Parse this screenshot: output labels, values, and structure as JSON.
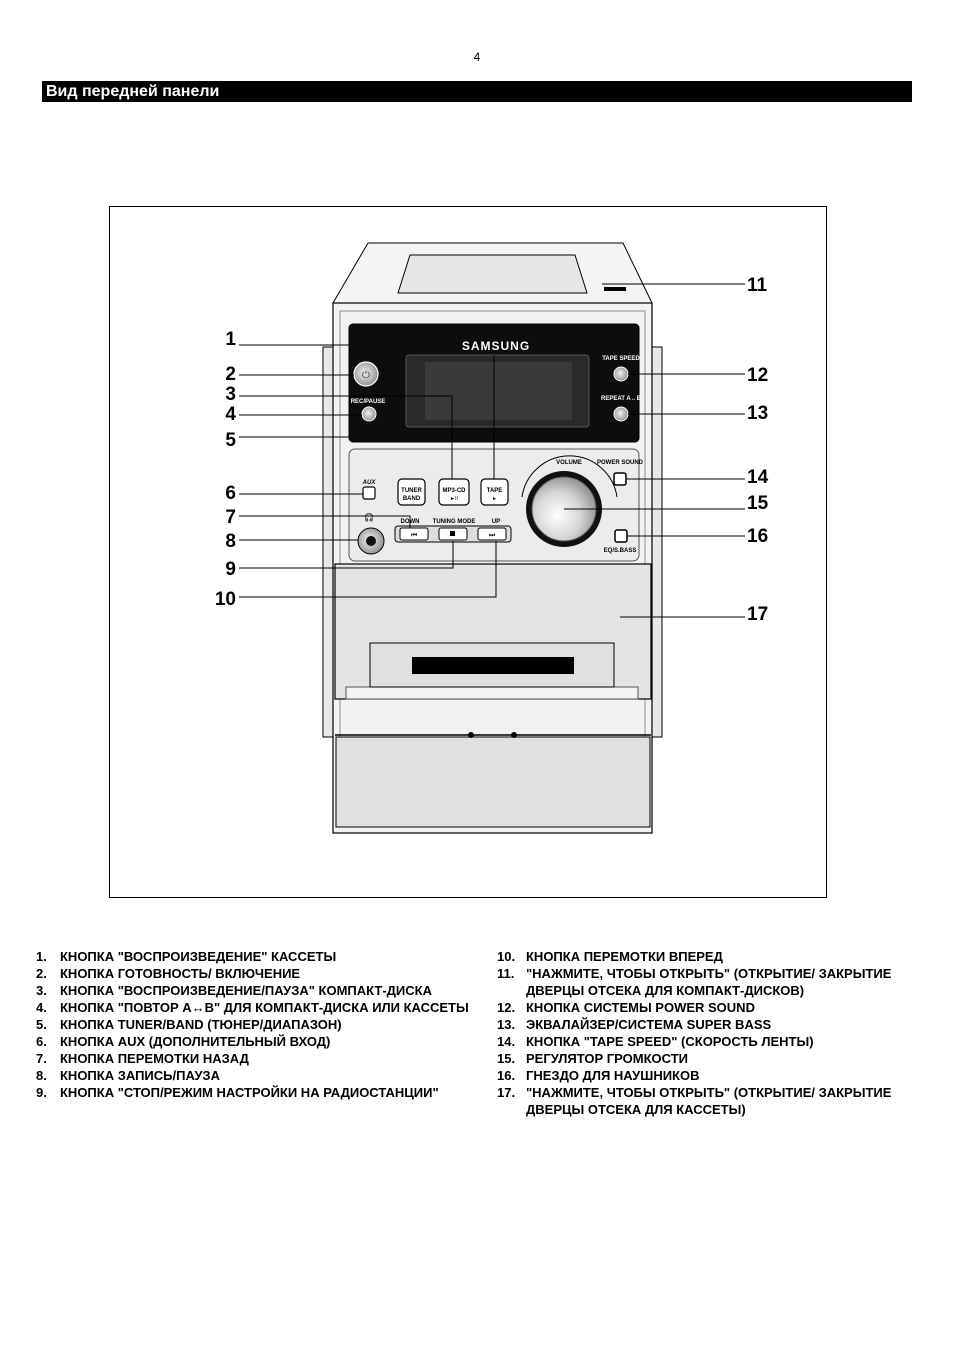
{
  "page_number": "4",
  "section_title": "Вид передней панели",
  "device": {
    "brand": "SAMSUNG",
    "labels": {
      "rec_pause": "REC/PAUSE",
      "tape_speed": "TAPE SPEED",
      "repeat": "REPEAT A↔B",
      "volume": "VOLUME",
      "power_sound": "POWER SOUND",
      "aux": "AUX",
      "tuner": "TUNER",
      "band": "BAND",
      "mp3cd": "MP3-CD",
      "tape": "TAPE",
      "down": "DOWN",
      "tuning_mode": "TUNING MODE",
      "up": "UP",
      "eq_sbass": "EQ/S.BASS"
    }
  },
  "callouts": [
    "1",
    "2",
    "3",
    "4",
    "5",
    "6",
    "7",
    "8",
    "9",
    "10",
    "11",
    "12",
    "13",
    "14",
    "15",
    "16",
    "17"
  ],
  "legend_left": [
    {
      "num": "1.",
      "text": "КНОПКА \"ВОСПРОИЗВЕДЕНИЕ\" КАССЕТЫ"
    },
    {
      "num": "2.",
      "text": "КНОПКА ГОТОВНОСТЬ/ ВКЛЮЧЕНИЕ"
    },
    {
      "num": "3.",
      "text": "КНОПКА \"ВОСПРОИЗВЕДЕНИЕ/ПАУЗА\" КОМПАКТ-ДИСКА"
    },
    {
      "num": "4.",
      "text": "КНОПКА \"ПОВТОР A↔B\" ДЛЯ КОМПАКТ-ДИСКА ИЛИ КАССЕТЫ"
    },
    {
      "num": "5.",
      "text": "КНОПКА TUNER/BAND (ТЮНЕР/ДИАПАЗОН)"
    },
    {
      "num": "6.",
      "text": "КНОПКА AUX (ДОПОЛНИТЕЛЬНЫЙ ВХОД)"
    },
    {
      "num": "7.",
      "text": "КНОПКА ПЕРЕМОТКИ НАЗАД"
    },
    {
      "num": "8.",
      "text": "КНОПКА ЗАПИСЬ/ПАУЗА"
    },
    {
      "num": "9.",
      "text": "КНОПКА \"СТОП/РЕЖИМ НАСТРОЙКИ НА РАДИОСТАНЦИИ\""
    }
  ],
  "legend_right": [
    {
      "num": "10.",
      "text": "КНОПКА ПЕРЕМОТКИ ВПЕРЕД"
    },
    {
      "num": "11.",
      "text": "\"НАЖМИТЕ, ЧТОБЫ ОТКРЫТЬ\" (ОТКРЫТИЕ/ ЗАКРЫТИЕ ДВЕРЦЫ ОТСЕКА ДЛЯ КОМПАКТ-ДИСКОВ)"
    },
    {
      "num": "12.",
      "text": "КНОПКА СИСТЕМЫ POWER SOUND"
    },
    {
      "num": "13.",
      "text": "ЭКВАЛАЙЗЕР/СИСТЕМА SUPER BASS"
    },
    {
      "num": "14.",
      "text": "КНОПКА \"TAPE SPEED\" (СКОРОСТЬ ЛЕНТЫ)"
    },
    {
      "num": "15.",
      "text": "РЕГУЛЯТОР ГРОМКОСТИ"
    },
    {
      "num": "16.",
      "text": "ГНЕЗДО ДЛЯ НАУШНИКОВ"
    },
    {
      "num": "17.",
      "text": "\"НАЖМИТЕ, ЧТОБЫ ОТКРЫТЬ\" (ОТКРЫТИЕ/ ЗАКРЫТИЕ ДВЕРЦЫ ОТСЕКА ДЛЯ КАССЕТЫ)"
    }
  ]
}
